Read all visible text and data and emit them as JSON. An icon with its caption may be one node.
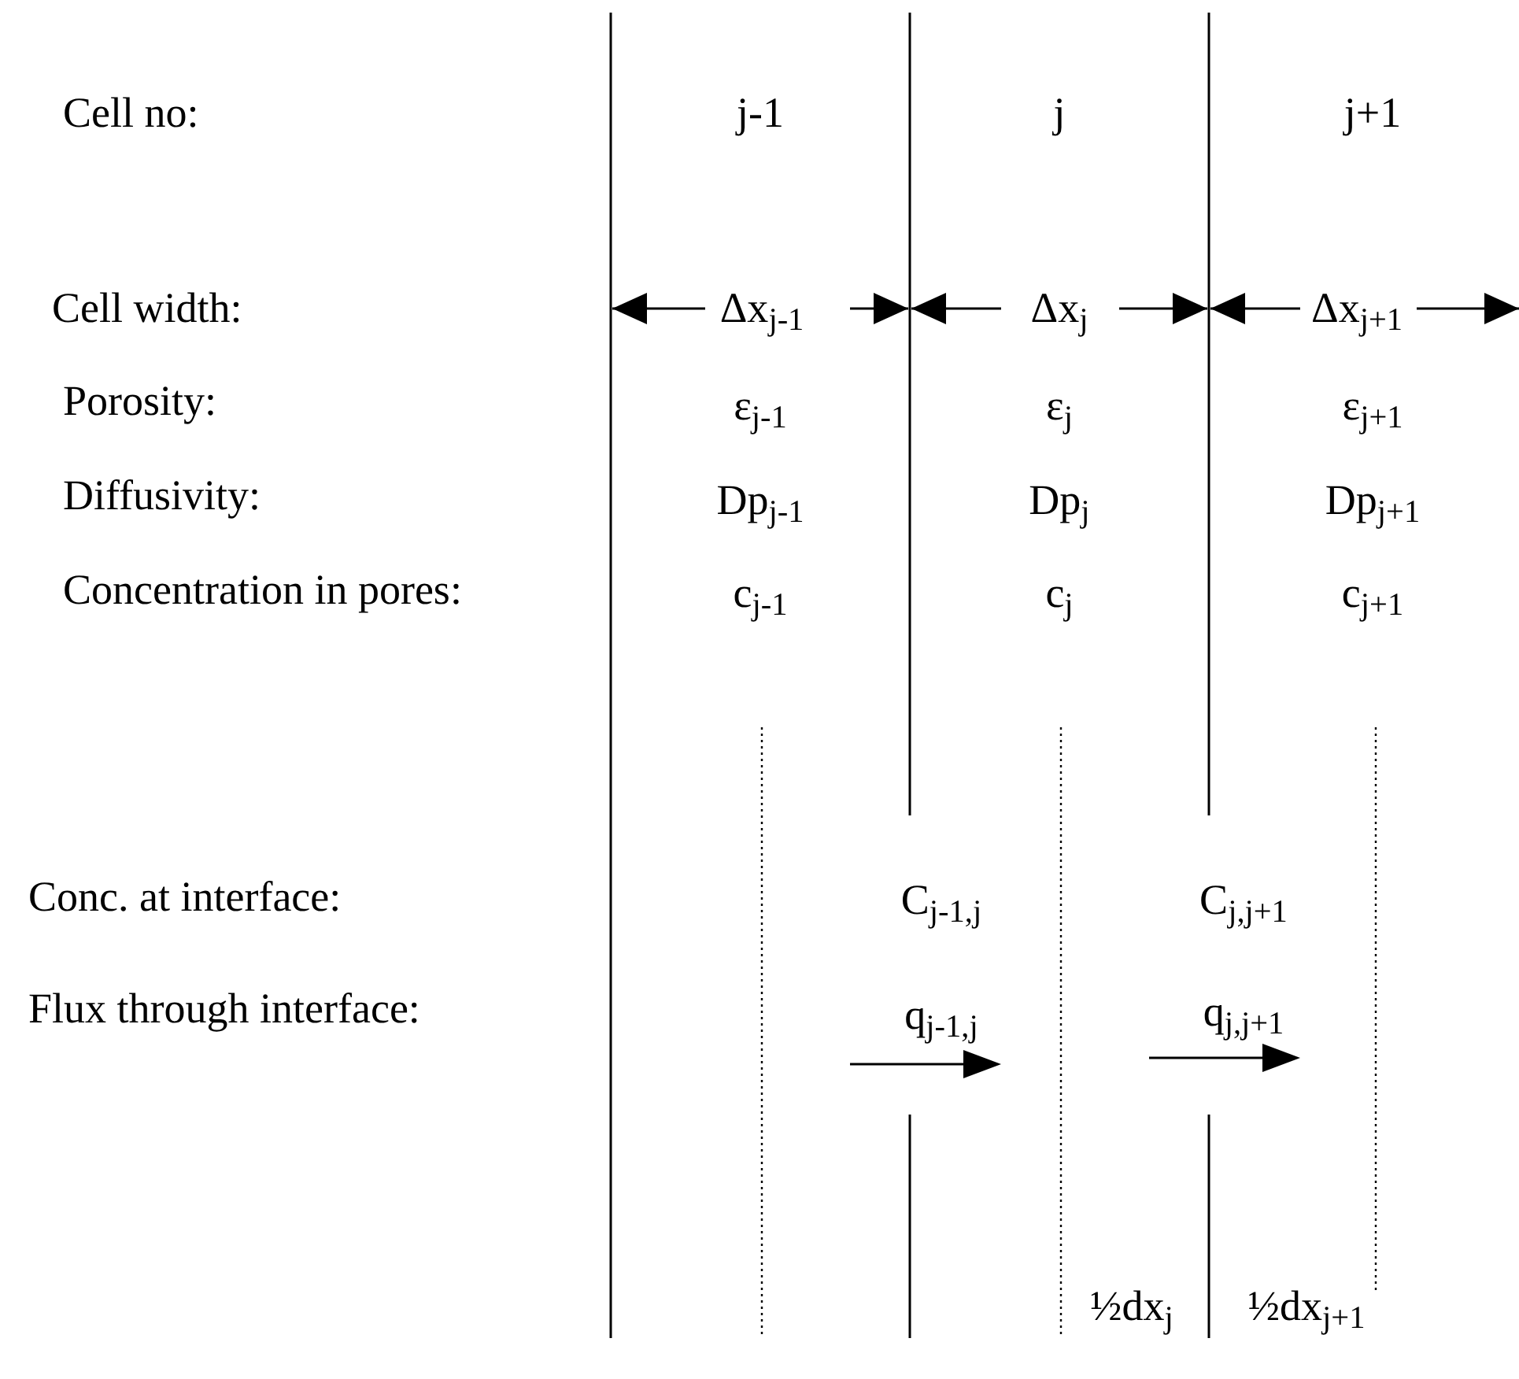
{
  "diagram": {
    "labels": [
      "Cell no:",
      "j-1",
      "j",
      "j+1",
      "Cell width:",
      "Δx$_{j-1}$",
      "Δx$_{j}$",
      "Δx$_{j+1}$",
      "Porosity:",
      "ε$_{j-1}$",
      "ε$_{j}$",
      "ε$_{j+1}$",
      "Diffusivity:",
      "Dp$_{j-1}$",
      "Dp$_{j}$",
      "Dp$_{j+1}$",
      "Concentration in pores:",
      "c$_{j-1}$",
      "c$_{j}$",
      "c$_{j+1}$",
      "Conc. at interface:",
      "C$_{j-1,j}$",
      "C$_{j,j+1}$",
      "Flux through interface:",
      "q$_{j-1,j}$",
      "q$_{j,j+1}$",
      "½dx$_{j}$",
      "½dx$_{j+1}$"
    ]
  }
}
